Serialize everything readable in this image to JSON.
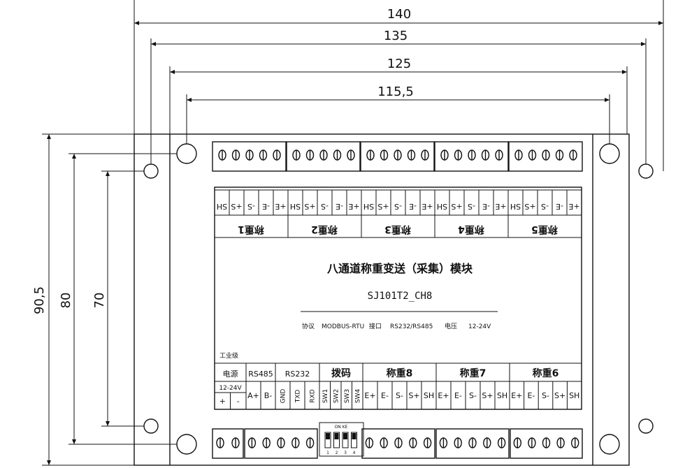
{
  "dimensions": {
    "width_140": "140",
    "width_135": "135",
    "width_125": "125",
    "width_115_5": "115,5",
    "height_90_5": "90,5",
    "height_80": "80",
    "height_70": "70"
  },
  "module": {
    "title": "八通道称重变送（采集）模块",
    "model": "SJ101T2_CH8",
    "spec_protocol_label": "协议",
    "spec_protocol_value": "MODBUS-RTU",
    "spec_interface_label": "接口",
    "spec_interface_value": "RS232/RS485",
    "spec_voltage_label": "电压",
    "spec_voltage_value": "12-24V",
    "grade": "工业级"
  },
  "top_channels": [
    {
      "name": "称重1",
      "pins": [
        "SH",
        "+S",
        "-S",
        "-E",
        "+E"
      ]
    },
    {
      "name": "称重2",
      "pins": [
        "SH",
        "+S",
        "-S",
        "-E",
        "+E"
      ]
    },
    {
      "name": "称重3",
      "pins": [
        "SH",
        "+S",
        "-S",
        "-E",
        "+E"
      ]
    },
    {
      "name": "称重4",
      "pins": [
        "SH",
        "+S",
        "-S",
        "-E",
        "+E"
      ]
    },
    {
      "name": "称重5",
      "pins": [
        "SH",
        "+S",
        "-S",
        "-E",
        "+E"
      ]
    }
  ],
  "bottom_groups": {
    "power": {
      "name": "电源",
      "range": "12-24V",
      "pins": [
        "+",
        "-"
      ]
    },
    "rs485": {
      "name": "RS485",
      "pins": [
        "A+",
        "B-"
      ]
    },
    "rs232": {
      "name": "RS232",
      "pins": [
        "GND",
        "TXD",
        "RXD"
      ]
    },
    "dip": {
      "name": "拨码",
      "pins": [
        "SW1",
        "SW2",
        "SW3",
        "SW4"
      ]
    },
    "ch8": {
      "name": "称重8",
      "pins": [
        "E+",
        "E-",
        "S-",
        "S+",
        "SH"
      ]
    },
    "ch7": {
      "name": "称重7",
      "pins": [
        "E+",
        "E-",
        "S-",
        "S+",
        "SH"
      ]
    },
    "ch6": {
      "name": "称重6",
      "pins": [
        "E+",
        "E-",
        "S-",
        "S+",
        "SH"
      ]
    }
  },
  "dip_switch": {
    "top_label": "ON KE",
    "numbers": [
      "1",
      "2",
      "3",
      "4"
    ]
  }
}
